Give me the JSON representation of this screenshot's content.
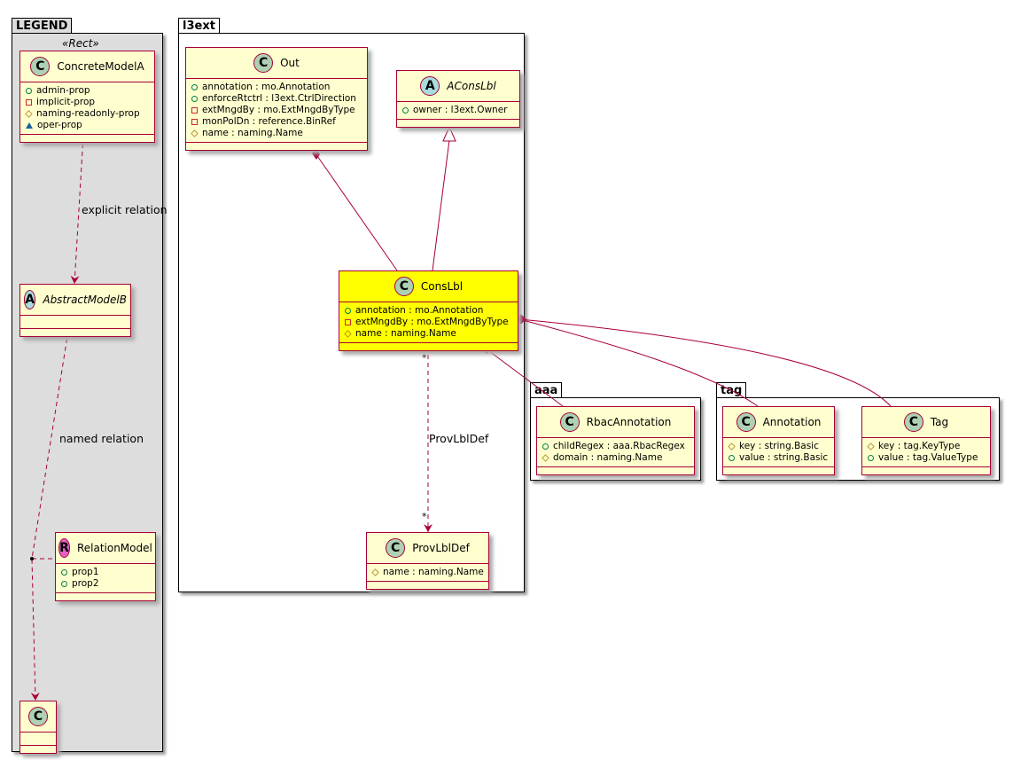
{
  "packages": {
    "legend": {
      "label": "LEGEND",
      "stereotype": "«Rect»"
    },
    "l3ext": {
      "label": "l3ext"
    },
    "aaa": {
      "label": "aaa"
    },
    "tag": {
      "label": "tag"
    }
  },
  "classes": [
    {
      "id": "concretemodela",
      "name": "ConcreteModelA",
      "kind": "C",
      "attrs": [
        {
          "vis": "public",
          "text": "admin-prop"
        },
        {
          "vis": "private",
          "text": "implicit-prop"
        },
        {
          "vis": "protected",
          "text": "naming-readonly-prop"
        },
        {
          "vis": "package",
          "text": "oper-prop"
        }
      ]
    },
    {
      "id": "abstractmodelb",
      "name": "AbstractModelB",
      "kind": "A",
      "abstract": true,
      "attrs": []
    },
    {
      "id": "relationmodel",
      "name": "RelationModel",
      "kind": "R",
      "attrs": [
        {
          "vis": "public",
          "text": "prop1"
        },
        {
          "vis": "public",
          "text": "prop2"
        }
      ]
    },
    {
      "id": "c",
      "name": "C",
      "kind": "C",
      "attrs": []
    },
    {
      "id": "out",
      "name": "Out",
      "kind": "C",
      "attrs": [
        {
          "vis": "public",
          "text": "annotation : mo.Annotation"
        },
        {
          "vis": "public",
          "text": "enforceRtctrl : l3ext.CtrlDirection"
        },
        {
          "vis": "private",
          "text": "extMngdBy : mo.ExtMngdByType"
        },
        {
          "vis": "private",
          "text": "monPolDn : reference.BinRef"
        },
        {
          "vis": "protected",
          "text": "name : naming.Name"
        }
      ]
    },
    {
      "id": "aconslbl",
      "name": "AConsLbl",
      "kind": "A",
      "abstract": true,
      "attrs": [
        {
          "vis": "public",
          "text": "owner : l3ext.Owner"
        }
      ]
    },
    {
      "id": "conslbl",
      "name": "ConsLbl",
      "kind": "C",
      "highlight": true,
      "attrs": [
        {
          "vis": "public",
          "text": "annotation : mo.Annotation"
        },
        {
          "vis": "private",
          "text": "extMngdBy : mo.ExtMngdByType"
        },
        {
          "vis": "protected",
          "text": "name : naming.Name"
        }
      ]
    },
    {
      "id": "provlbldef",
      "name": "ProvLblDef",
      "kind": "C",
      "attrs": [
        {
          "vis": "protected",
          "text": "name : naming.Name"
        }
      ]
    },
    {
      "id": "rbacannotation",
      "name": "RbacAnnotation",
      "kind": "C",
      "attrs": [
        {
          "vis": "public",
          "text": "childRegex : aaa.RbacRegex"
        },
        {
          "vis": "protected",
          "text": "domain : naming.Name"
        }
      ]
    },
    {
      "id": "annotation",
      "name": "Annotation",
      "kind": "C",
      "attrs": [
        {
          "vis": "protected",
          "text": "key : string.Basic"
        },
        {
          "vis": "public",
          "text": "value : string.Basic"
        }
      ]
    },
    {
      "id": "tag",
      "name": "Tag",
      "kind": "C",
      "attrs": [
        {
          "vis": "protected",
          "text": "key : tag.KeyType"
        },
        {
          "vis": "public",
          "text": "value : tag.ValueType"
        }
      ]
    }
  ],
  "relations": {
    "explicit": "explicit relation",
    "named": "named relation",
    "provlbldef": "ProvLblDef",
    "mult_source": "*",
    "mult_target": "*"
  },
  "colors": {
    "border": "#a80036",
    "class_fill": "#fefece",
    "highlight": "#ffff00",
    "legend_fill": "#dddddd"
  }
}
